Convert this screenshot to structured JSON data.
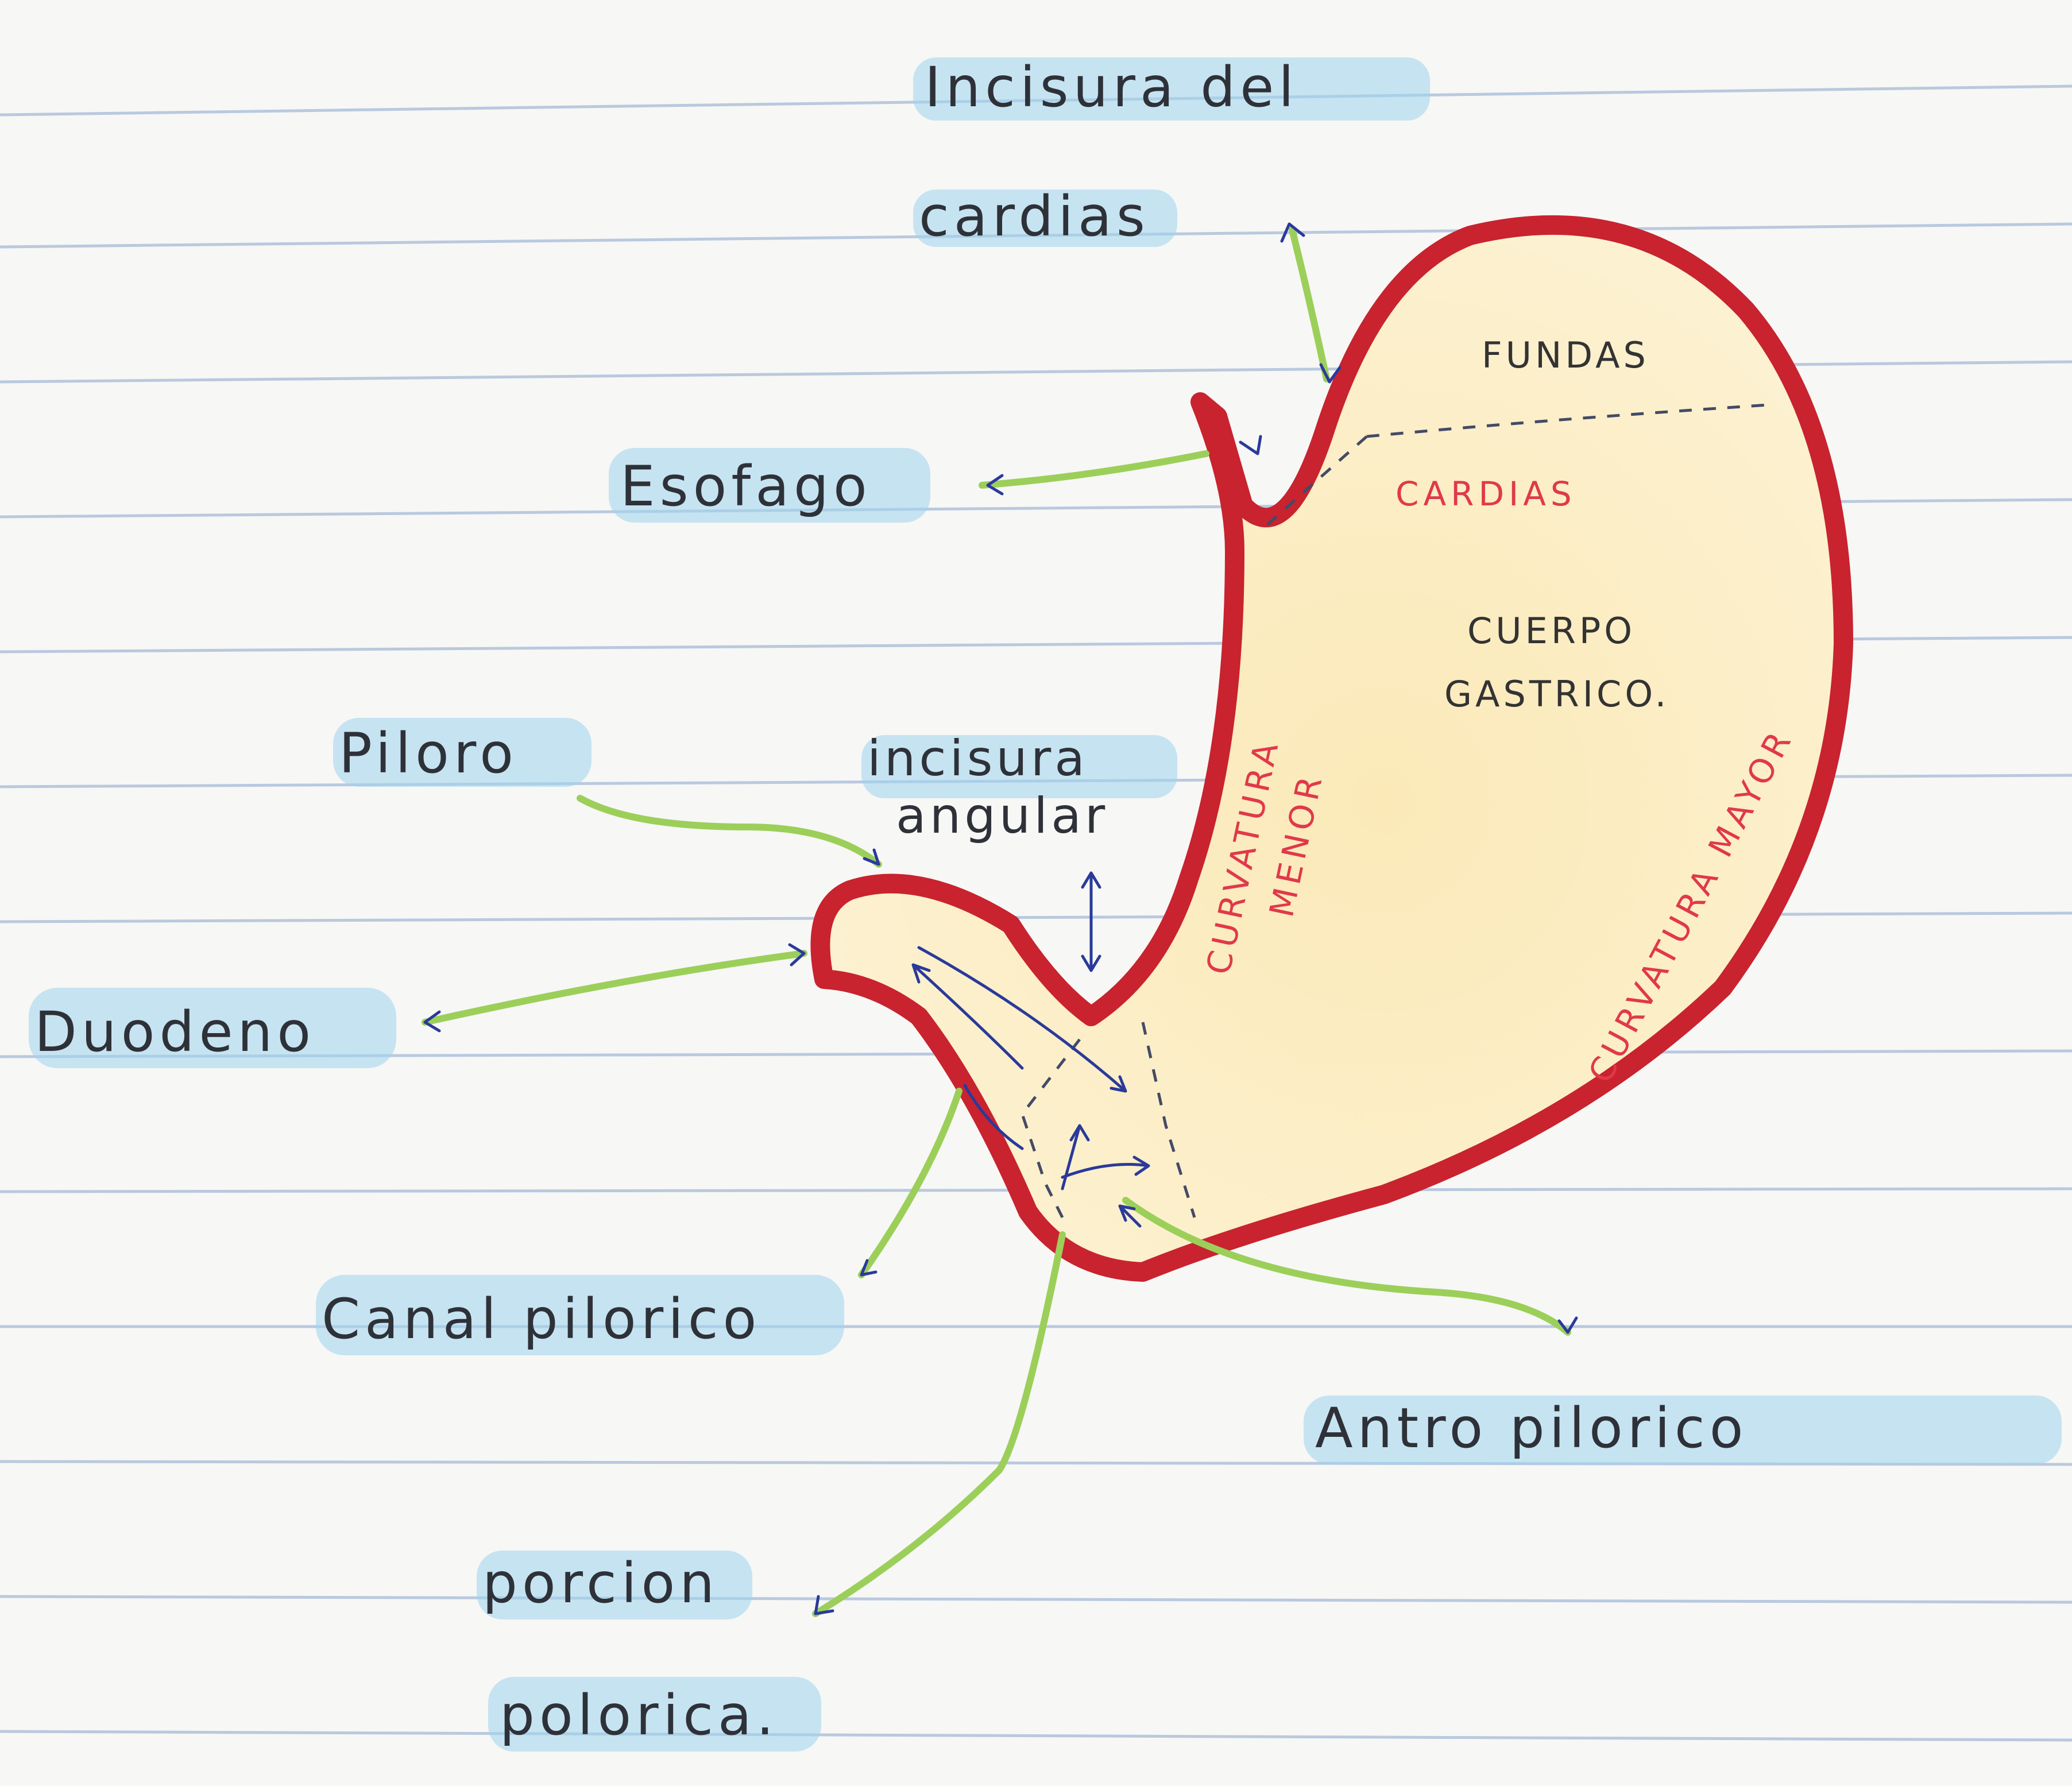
{
  "labels": {
    "incisura_cardias": [
      "Incisura del",
      "cardias"
    ],
    "esofago": "Esofago",
    "piloro": "Piloro",
    "incisura_angular": [
      "incisura",
      "angular"
    ],
    "duodeno": "Duodeno",
    "canal_pilorico": "Canal pilorico",
    "antro_pilorico": "Antro pilorico",
    "porcion_pilorica": [
      "porcion",
      "polorica."
    ]
  },
  "regions": {
    "fundas": "FUNDAS",
    "cardias": "CARDIAS",
    "cuerpo_gastrico": [
      "CUERPO",
      "GASTRICO."
    ],
    "curvatura_menor": [
      "CURVATURA",
      "MENOR"
    ],
    "curvatura_mayor": "CURVATURA MAYOR"
  },
  "colors": {
    "stomach_outline": "#c8232f",
    "stomach_fill": "#fbefc4",
    "highlighter": "#9fd3ec",
    "leader_lines": "#9ccf5a",
    "arrow_ink": "#2a3a9a",
    "paper_rule": "#b9c9df",
    "red_text": "#e0394a"
  }
}
